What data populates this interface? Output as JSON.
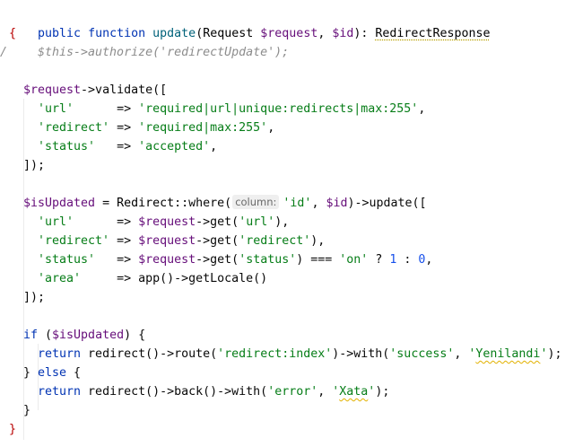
{
  "editor": {
    "signature": {
      "kw_public": "public",
      "kw_function": "function",
      "fn_name": "update",
      "open_paren": "(",
      "param1_type": "Request",
      "param1_var": "$request",
      "comma1": ", ",
      "param2_var": "$id",
      "close_sig": "): ",
      "return_type": "RedirectResponse"
    },
    "open_brace": "{",
    "comment_line": {
      "marker": "/",
      "text": "$this->authorize('redirectUpdate');"
    },
    "validate": {
      "var": "$request",
      "call": "->validate([",
      "rows": [
        {
          "key": "'url'",
          "pad": "      => ",
          "value": "'required|url|unique:redirects|max:255'",
          "end": ","
        },
        {
          "key": "'redirect'",
          "pad": " => ",
          "value": "'required|max:255'",
          "end": ","
        },
        {
          "key": "'status'",
          "pad": "   => ",
          "value": "'accepted'",
          "end": ","
        }
      ],
      "close": "]);"
    },
    "update": {
      "var": "$isUpdated",
      "assign": " = ",
      "cls": "Redirect",
      "where": "::where(",
      "hint": "column:",
      "col": "'id'",
      "comma": ", ",
      "id_var": "$id",
      "tail": ")->update([",
      "rows": [
        {
          "key": "'url'",
          "pad": "      => ",
          "var": "$request",
          "call": "->get(",
          "arg": "'url'",
          "end": "),",
          "extra": ""
        },
        {
          "key": "'redirect'",
          "pad": " => ",
          "var": "$request",
          "call": "->get(",
          "arg": "'redirect'",
          "end": "),",
          "extra": ""
        },
        {
          "key": "'status'",
          "pad": "   => ",
          "var": "$request",
          "call": "->get(",
          "arg": "'status'",
          "end": ") === ",
          "extra": "'on'"
        }
      ],
      "ternary": " ? ",
      "one": "1",
      "colon": " : ",
      "zero": "0",
      "comma_end": ",",
      "area_key": "'area'",
      "area_pad": "     => ",
      "area_value": "app()->getLocale()",
      "close": "]);"
    },
    "if_block": {
      "kw_if": "if",
      "open": " (",
      "var": "$isUpdated",
      "close": ") {",
      "return1_kw": "return",
      "return1_call": " redirect()->route(",
      "route": "'redirect:index'",
      "with1": ")->with(",
      "success_key": "'success'",
      "comma1": ", ",
      "success_q1": "'",
      "success_msg": "Yenilandi",
      "success_q2": "'",
      "end1": ");",
      "else_open": "} ",
      "kw_else": "else",
      "else_brace": " {",
      "return2_kw": "return",
      "return2_call": " redirect()->back()->with(",
      "error_key": "'error'",
      "comma2": ", ",
      "error_q1": "'",
      "error_msg": "Xata",
      "error_q2": "'",
      "end2": ");",
      "close_if": "}"
    },
    "close_brace": "}"
  },
  "colors": {
    "background": "#ffffff",
    "keyword": "#0033b3",
    "function": "#00627a",
    "variable": "#660e7a",
    "string": "#067d17",
    "number": "#1750eb",
    "comment": "#8c8c8c",
    "brace_highlight": "#b80000"
  }
}
